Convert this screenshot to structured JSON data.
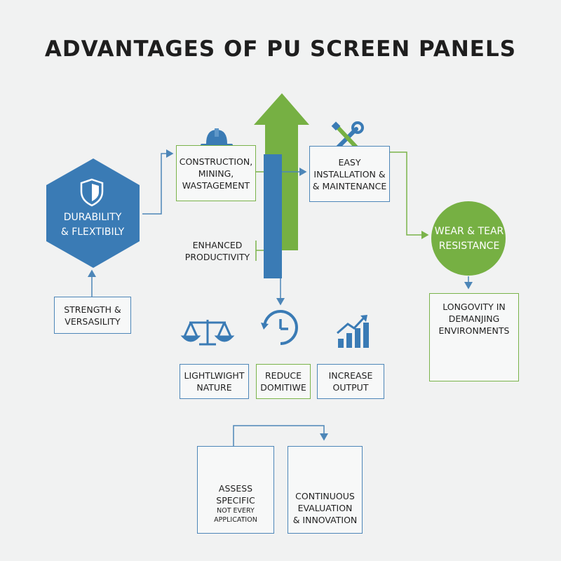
{
  "title": "ADVANTAGES OF PU SCREEN PANELS",
  "hexagon": {
    "line1": "DURABILITY",
    "line2": "& FLEXTIBILY"
  },
  "strength_box": {
    "line1": "STRENGTH &",
    "line2": "VERSASILITY"
  },
  "construction_box": {
    "line1": "CONSTRUCTION,",
    "line2": "MINING,",
    "line3": "WASTAGEMENT"
  },
  "enhanced": {
    "line1": "ENHANCED",
    "line2": "PRODUCTIVITY"
  },
  "installation_box": {
    "line1": "EASY",
    "line2": "INSTALLATION &",
    "line3": "& MAINTENANCE"
  },
  "wear_circle": {
    "line1": "WEAR & TEAR",
    "line2": "RESISTANCE"
  },
  "longevity_box": {
    "line1": "LONGOVITY IN",
    "line2": "DEMANJING",
    "line3": "ENVIRONMENTS"
  },
  "lightweight_box": {
    "line1": "LIGHTLWIGHT",
    "line2": "NATURE"
  },
  "reduce_box": {
    "line1": "REDUCE",
    "line2": "DOMITIWE"
  },
  "increase_box": {
    "line1": "INCREASE",
    "line2": "OUTPUT"
  },
  "assess_box": {
    "line1": "ASSESS",
    "line2": "SPECIFIC",
    "line3": "NOT EVERY APPLICATION"
  },
  "continuous_box": {
    "line1": "CONTINUOUS",
    "line2": "EVALUATION",
    "line3": "& INNOVATION"
  },
  "colors": {
    "blue": "#3a7bb5",
    "green": "#76b043",
    "line_blue": "#4d86b8",
    "line_green": "#7ab34a"
  },
  "icons": [
    "shield-icon",
    "hard-hat-icon",
    "wrench-screwdriver-icon",
    "scale-icon",
    "clock-cycle-icon",
    "bar-chart-arrow-icon",
    "battery-arrow-icon",
    "document-search-icon",
    "recycle-icon"
  ]
}
